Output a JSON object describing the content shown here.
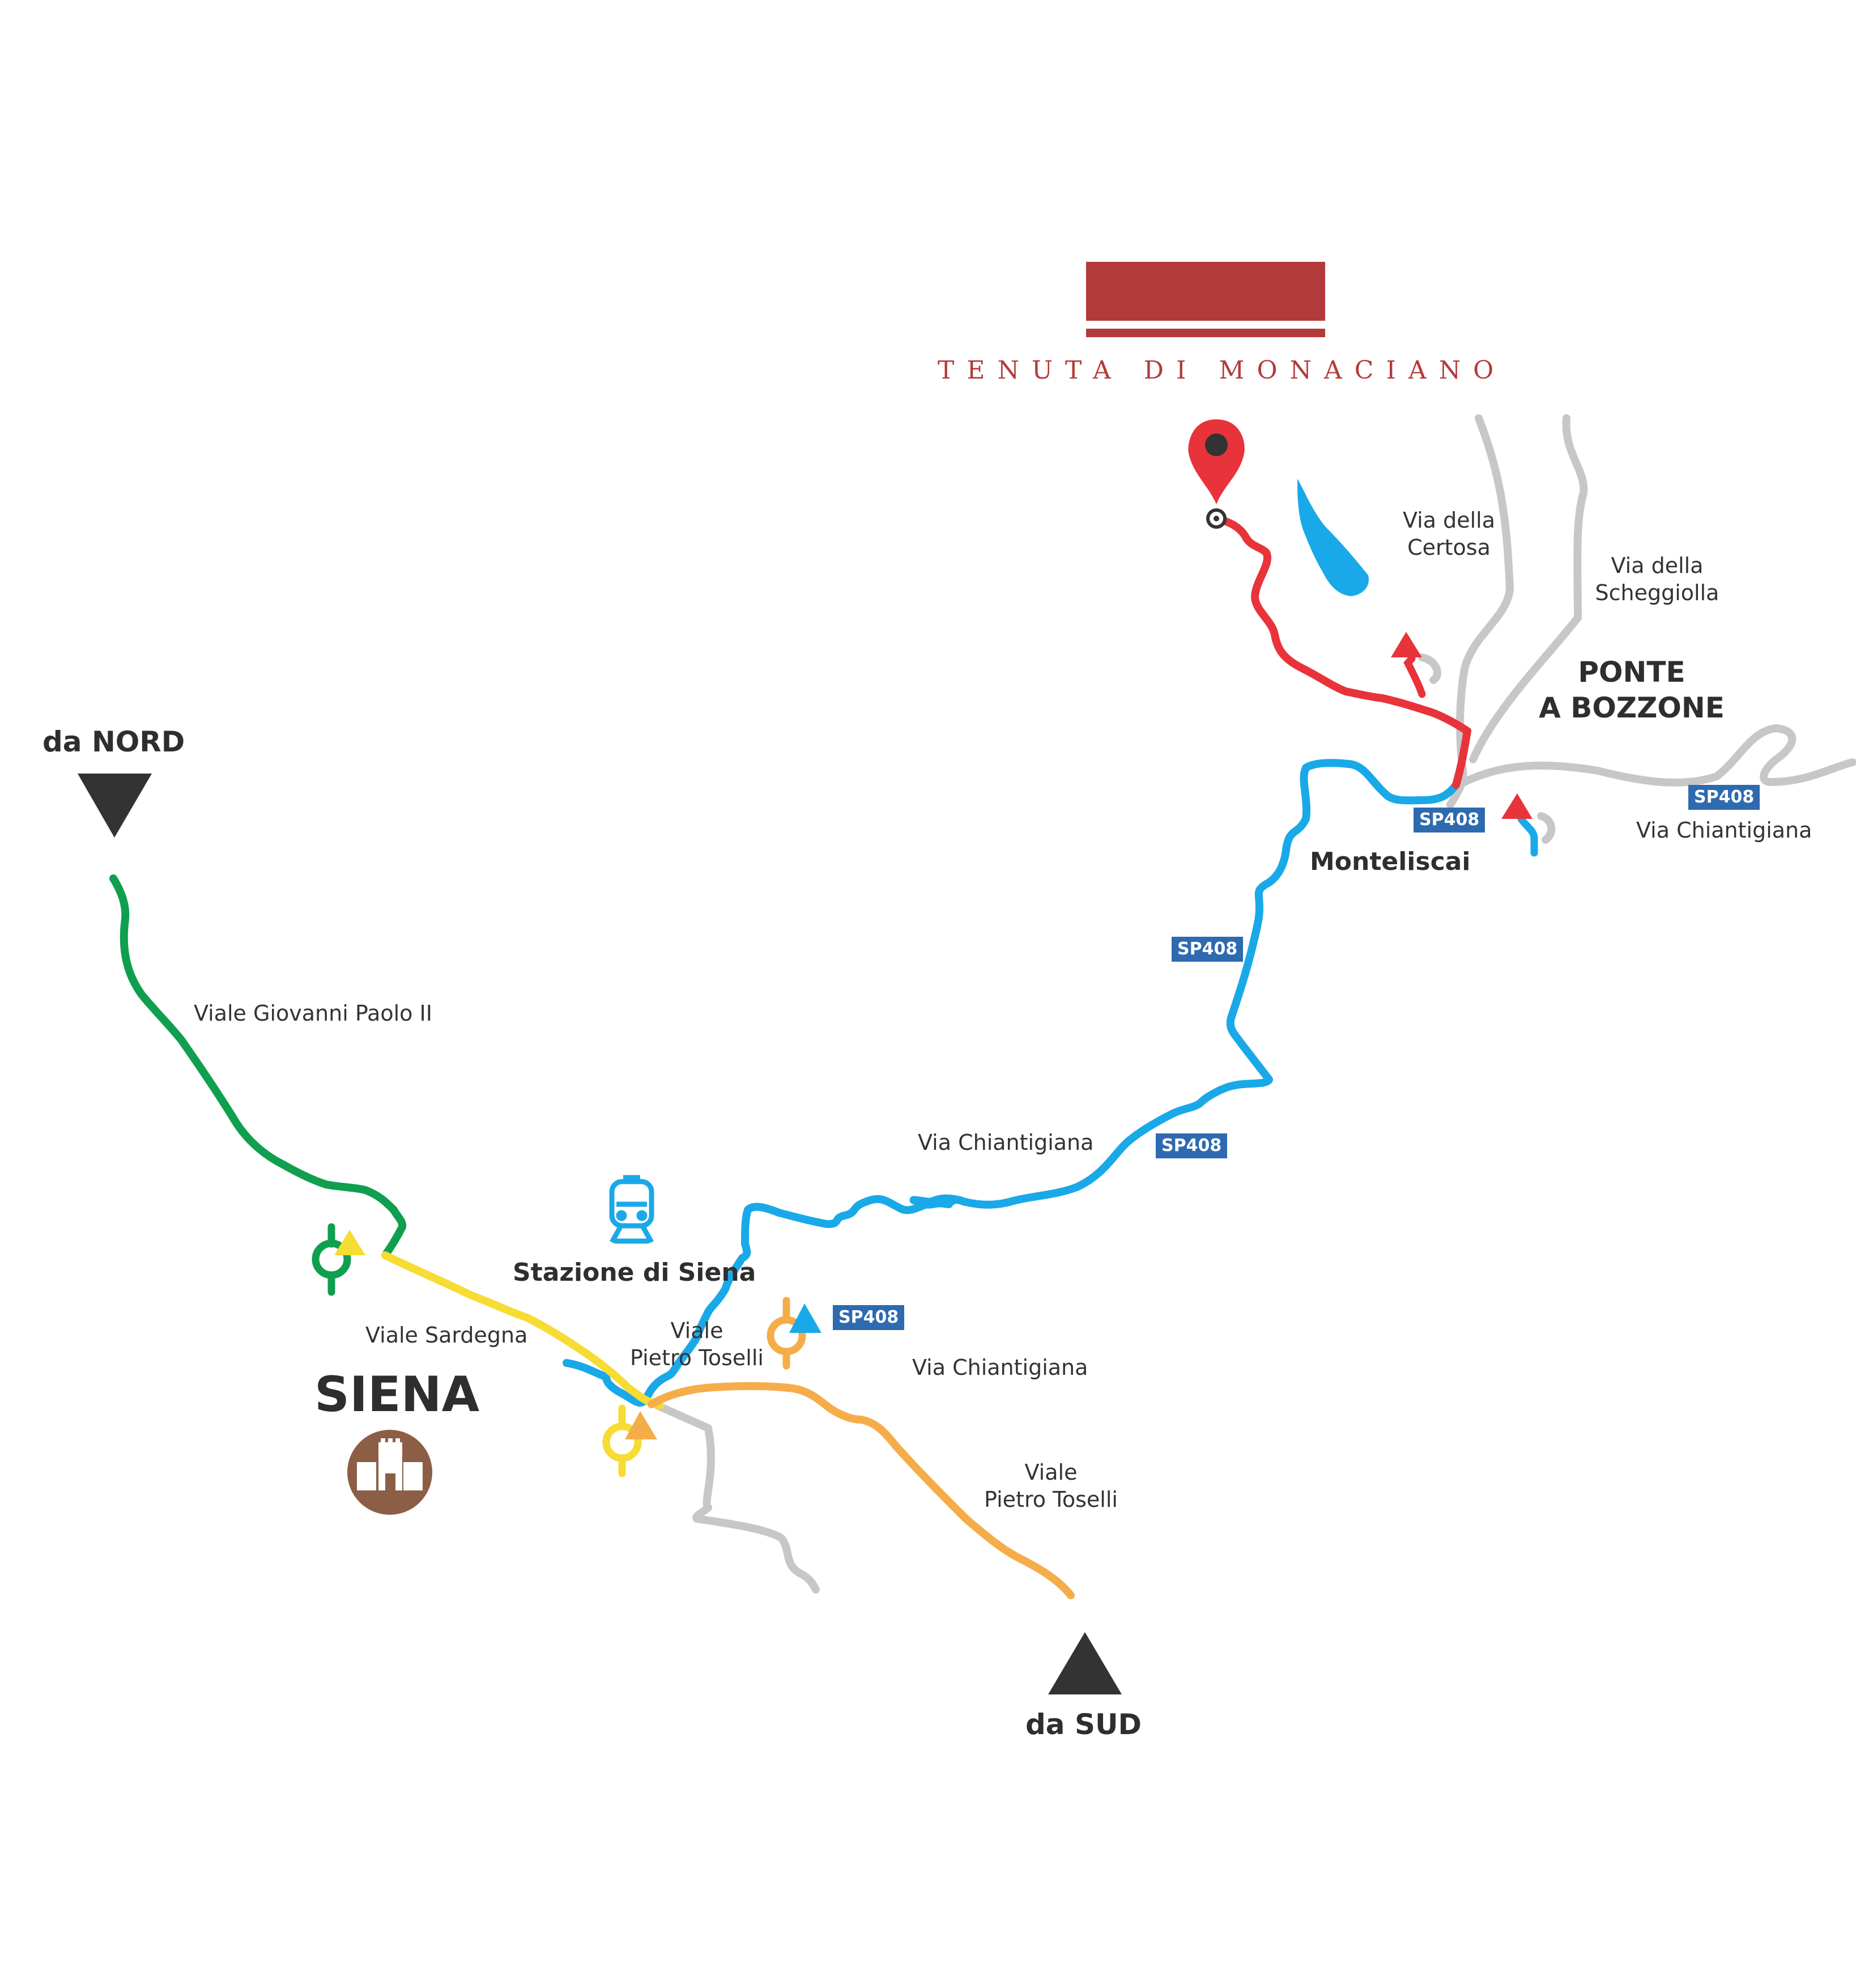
{
  "brand": {
    "name": "Tenuta di Monaciano",
    "color": "#b33a3a"
  },
  "places": {
    "ponte_a_bozzone": [
      "PONTE",
      "A BOZZONE"
    ],
    "monteliscai": "Monteliscai",
    "siena": "SIENA",
    "stazione": "Stazione di Siena"
  },
  "directions": {
    "north": "da NORD",
    "south": "da SUD"
  },
  "streets": {
    "via_certosa": [
      "Via della",
      "Certosa"
    ],
    "via_scheggiolla": [
      "Via della",
      "Scheggiolla"
    ],
    "via_chiantigiana_east": "Via Chiantigiana",
    "via_chiantigiana_mid": "Via Chiantigiana",
    "via_chiantigiana_south": "Via Chiantigiana",
    "viale_giovanni_paolo": "Viale Giovanni Paolo II",
    "viale_sardegna": "Viale Sardegna",
    "viale_toselli_1": [
      "Viale",
      "Pietro Toselli"
    ],
    "viale_toselli_2": [
      "Viale",
      "Pietro Toselli"
    ]
  },
  "road_badges": {
    "sp408_1": "SP408",
    "sp408_2": "SP408",
    "sp408_3": "SP408",
    "sp408_4": "SP408",
    "sp408_5": "SP408"
  },
  "route_colors": {
    "final": "#e8333a",
    "sp408": "#1aa9e8",
    "north": "#0f9f4f",
    "sardegna": "#f6dc33",
    "south": "#f5ad4a",
    "minor": "#c7c7c7",
    "lake": "#1aa9e8",
    "siena_icon": "#8b5e45",
    "marker": "#e8333a"
  },
  "icons": {
    "destination": "map-pin-icon",
    "train": "train-icon",
    "siena": "castle-icon",
    "roundabout": "roundabout-icon"
  }
}
